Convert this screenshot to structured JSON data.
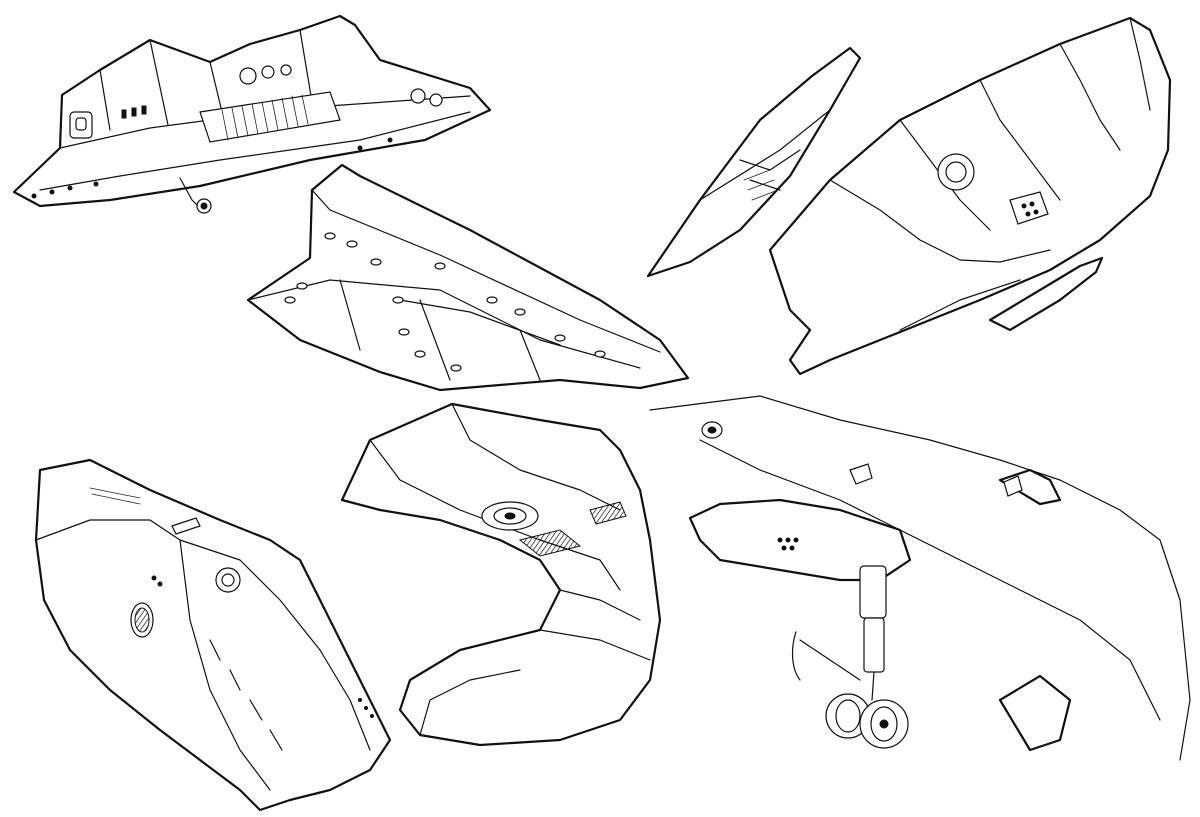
{
  "sheet": {
    "background": "#ffffff",
    "ink": "#111111",
    "drawings": [
      {
        "id": "fuselage-section-with-gear-bay",
        "icon": "mechanical-section-drawing"
      },
      {
        "id": "armor-panel-wedge",
        "icon": "armor-panel-drawing"
      },
      {
        "id": "fighter-fuselage-exploded",
        "icon": "fighter-fuselage-drawing"
      },
      {
        "id": "intake-duct-armor",
        "icon": "intake-armor-drawing"
      },
      {
        "id": "engine-housing-bay",
        "icon": "engine-housing-drawing"
      },
      {
        "id": "nose-landing-gear",
        "icon": "landing-gear-drawing"
      }
    ]
  }
}
